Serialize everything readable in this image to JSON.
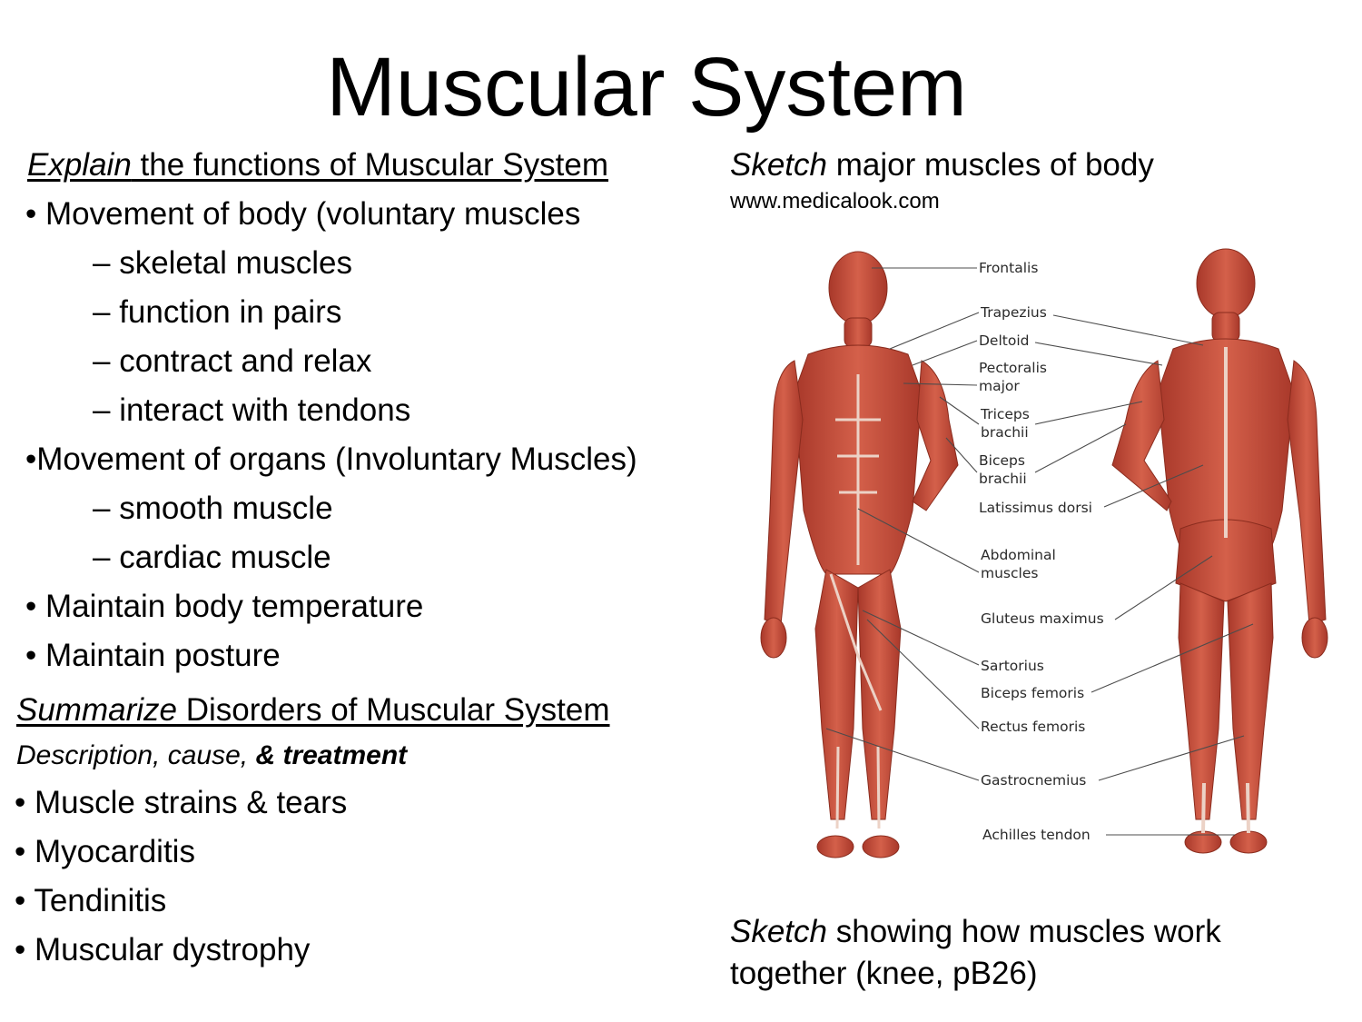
{
  "title": "Muscular System",
  "left": {
    "functions_heading": {
      "verb": "Explain",
      "rest": " the functions of Muscular System"
    },
    "functions_list": [
      "• Movement of body (voluntary muscles",
      "– skeletal muscles",
      "– function in pairs",
      "– contract and relax",
      "– interact with tendons",
      "•Movement of organs (Involuntary Muscles)",
      "– smooth muscle",
      "– cardiac muscle",
      "• Maintain body temperature",
      "• Maintain posture"
    ],
    "disorders_heading": {
      "verb": "Summarize",
      "rest": " Disorders of Muscular System"
    },
    "disorders_subtitle": {
      "plain": "Description, cause, ",
      "bold": "& treatment"
    },
    "disorders_list": [
      "• Muscle strains & tears",
      "• Myocarditis",
      "• Tendinitis",
      "• Muscular dystrophy"
    ]
  },
  "right": {
    "sketch1": {
      "verb": "Sketch",
      "rest": " major muscles of body"
    },
    "source": "www.medicalook.com",
    "figure_labels": [
      "Frontalis",
      "Trapezius",
      "Deltoid",
      "Pectoralis",
      "major",
      "Triceps",
      "brachii",
      "Biceps",
      "brachii",
      "Latissimus dorsi",
      "Abdominal",
      "muscles",
      "Gluteus maximus",
      "Sartorius",
      "Biceps femoris",
      "Rectus femoris",
      "Gastrocnemius",
      "Achilles tendon"
    ],
    "sketch2": {
      "verb": "Sketch",
      "rest": " showing how muscles work",
      "line2": "together (knee, pB26)"
    }
  },
  "colors": {
    "muscle": "#c8503a",
    "muscle_dark": "#9e3424",
    "tendon": "#ecd2c6",
    "text": "#000000"
  }
}
